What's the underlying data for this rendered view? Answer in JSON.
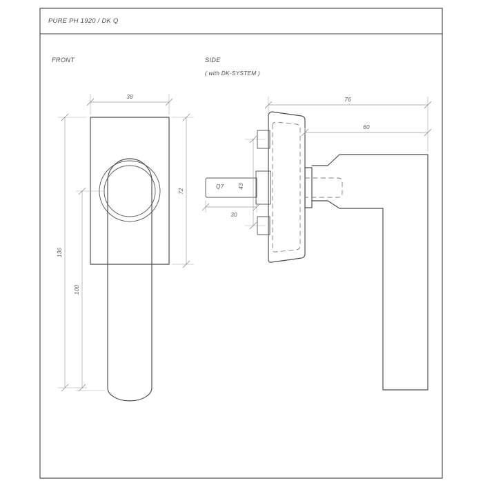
{
  "sheet": {
    "title": "PURE  PH 1920 / DK Q",
    "background_color": "#ffffff",
    "line_color": "#4a4a4a",
    "dim_color": "#9a9a9a",
    "text_color": "#4b4b4b"
  },
  "views": {
    "front": {
      "label": "FRONT"
    },
    "side": {
      "label": "SIDE",
      "sublabel": "( with DK-SYSTEM )"
    }
  },
  "dimensions": {
    "front_width": "38",
    "front_rosette_height": "72",
    "front_total_height": "136",
    "front_lever_height": "100",
    "side_total_depth": "76",
    "side_handle_depth": "60",
    "spindle_label": "Q7",
    "spindle_size": "43",
    "spindle_length": "30"
  },
  "drawing_type": "technical-dimension-drawing",
  "product": "window handle"
}
